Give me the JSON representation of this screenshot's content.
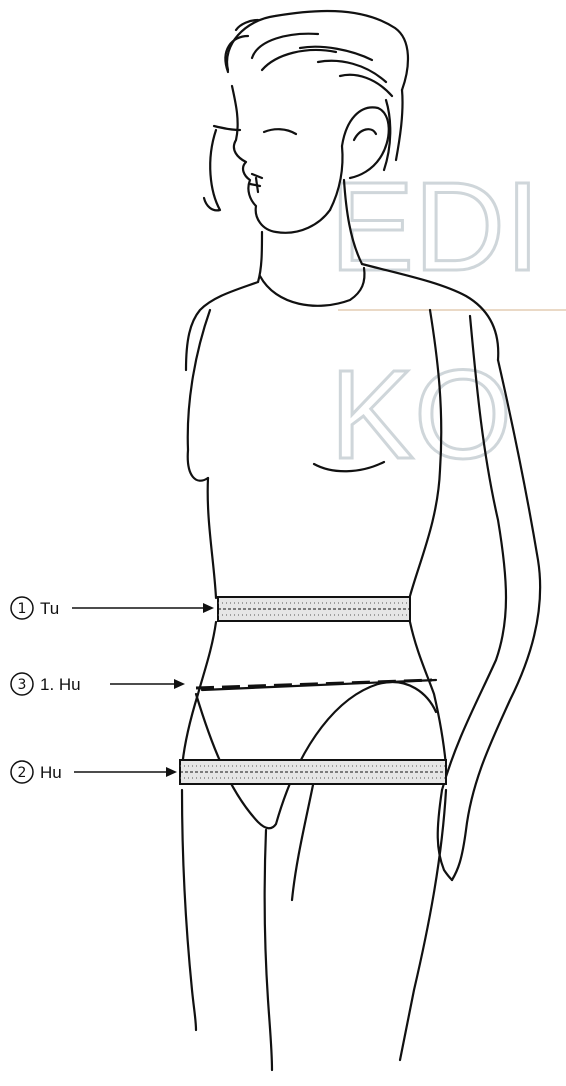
{
  "watermark": {
    "line1": "EDI",
    "line2": "KO",
    "color": "#cfd6da",
    "rule_color": "#ead9c6"
  },
  "measurements": [
    {
      "number": "1",
      "label": "Tu",
      "style": "tape"
    },
    {
      "number": "3",
      "label": "1. Hu",
      "style": "dashed"
    },
    {
      "number": "2",
      "label": "Hu",
      "style": "tape"
    }
  ]
}
